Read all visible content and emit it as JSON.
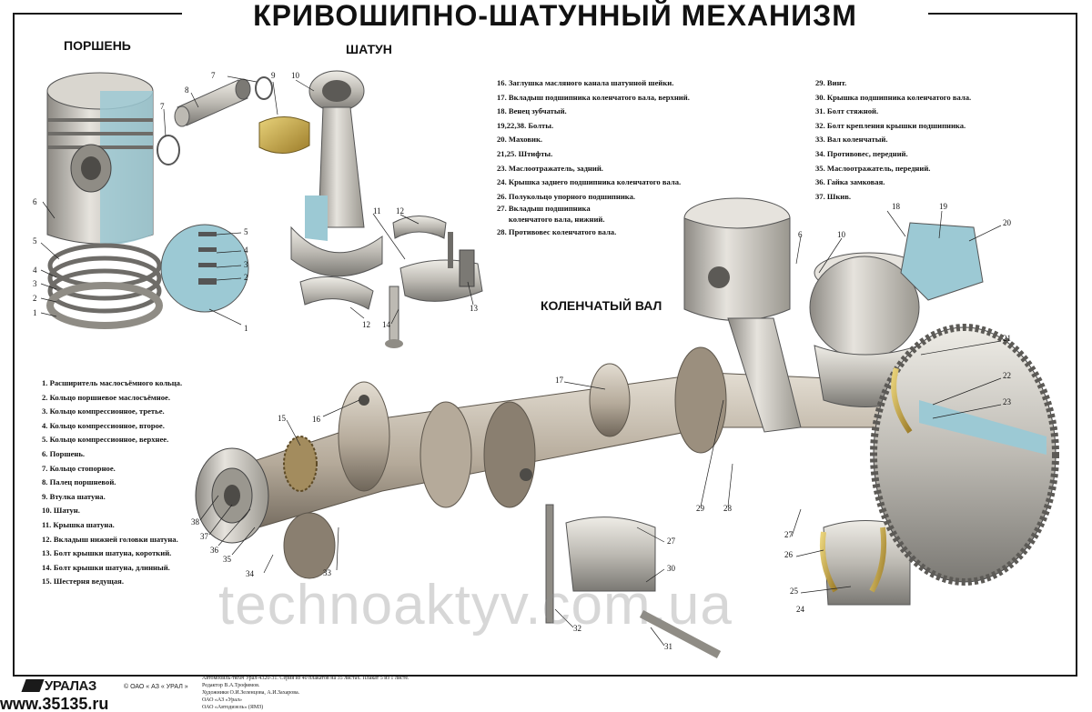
{
  "title": "КРИВОШИПНО-ШАТУННЫЙ МЕХАНИЗМ",
  "sections": {
    "piston": "ПОРШЕНЬ",
    "rod": "ШАТУН",
    "crankshaft": "КОЛЕНЧАТЫЙ ВАЛ"
  },
  "legend_left": [
    "1. Расширитель маслосъёмного кольца.",
    "2. Кольцо поршневое маслосъёмное.",
    "3. Кольцо компрессионное, третье.",
    "4. Кольцо компрессионное, второе.",
    "5. Кольцо компрессионное, верхнее.",
    "6. Поршень.",
    "7. Кольцо стопорное.",
    "8. Палец поршневой.",
    "9. Втулка шатуна.",
    "10. Шатун.",
    "11. Крышка шатуна.",
    "12. Вкладыш нижней головки шатуна.",
    "13. Болт крышки шатуна, короткий.",
    "14. Болт крышки шатуна, длинный.",
    "15. Шестерня ведущая."
  ],
  "legend_middle": [
    "16. Заглушка масляного канала шатунной шейки.",
    "17. Вкладыш подшипника коленчатого вала, верхний.",
    "18. Венец зубчатый.",
    "19,22,38. Болты.",
    "20. Маховик.",
    "21,25. Штифты.",
    "23. Маслоотражатель, задний.",
    "24. Крышка заднего подшипника коленчатого вала.",
    "26. Полукольцо упорного подшипника.",
    "27. Вкладыш подшипника",
    "      коленчатого вала, нижний.",
    "28. Противовес коленчатого вала."
  ],
  "legend_right": [
    "29. Винт.",
    "30. Крышка подшипника коленчатого вала.",
    "31. Болт стяжной.",
    "32. Болт крепления крышки подшипника.",
    "33. Вал коленчатый.",
    "34. Противовес, передний.",
    "35. Маслоотражатель, передний.",
    "36. Гайка замковая.",
    "37. Шкив."
  ],
  "callouts": {
    "c1": "1",
    "c2": "2",
    "c3": "3",
    "c4": "4",
    "c5": "5",
    "c6": "6",
    "c7": "7",
    "c8": "8",
    "c9": "9",
    "c10": "10",
    "c11": "11",
    "c12": "12",
    "c13": "13",
    "c14": "14",
    "c15": "15",
    "c16": "16",
    "c17": "17",
    "c18": "18",
    "c19": "19",
    "c20": "20",
    "c21": "21",
    "c22": "22",
    "c23": "23",
    "c24": "24",
    "c25": "25",
    "c26": "26",
    "c27": "27",
    "c28": "28",
    "c29": "29",
    "c30": "30",
    "c31": "31",
    "c32": "32",
    "c33": "33",
    "c34": "34",
    "c35": "35",
    "c36": "36",
    "c37": "37",
    "c38": "38"
  },
  "watermark": "technoaktyv.com.ua",
  "footer": {
    "logo_text": "УРАЛАЗ",
    "copyright": "© ОАО « АЗ « УРАЛ »",
    "credits": [
      "Автомобиль-тягач Урал-4320-31. Серия из 40 плакатов на 35 листах. Плакат 5 из 1 листе.",
      "Редактор В.А.Трофимов.",
      "Художники О.И.Зеленцова, А.И.Захарова.",
      "ОАО «АЗ «Урал»",
      "ОАО «Автодизель» (ЯМЗ)"
    ],
    "website": "www.35135.ru"
  },
  "colors": {
    "metal_light": "#d8d6d0",
    "metal_mid": "#a9a7a1",
    "metal_dark": "#6e6c68",
    "cutaway_blue": "#9cc9d4",
    "bronze": "#c9a84a",
    "frame": "#1a1a1a"
  }
}
